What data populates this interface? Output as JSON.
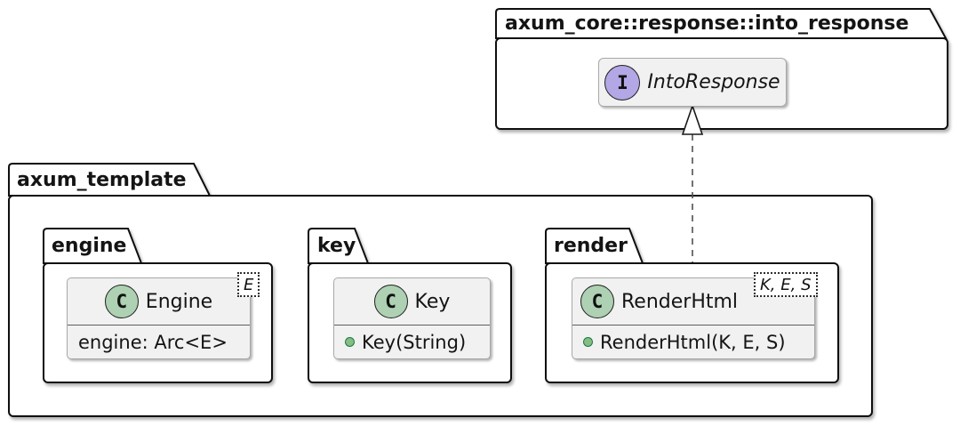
{
  "diagram_type": "uml-package-class-diagram",
  "top_package": {
    "title": "axum_core::response::into_response"
  },
  "interface": {
    "icon_letter": "I",
    "name": "IntoResponse"
  },
  "outer_package": {
    "title": "axum_template"
  },
  "sub_packages": [
    {
      "title": "engine",
      "class": {
        "icon_letter": "C",
        "name": "Engine",
        "generics": "E",
        "members": [
          {
            "text": "engine: Arc<E>"
          }
        ]
      }
    },
    {
      "title": "key",
      "class": {
        "icon_letter": "C",
        "name": "Key",
        "members": [
          {
            "text": "Key(String)"
          }
        ]
      }
    },
    {
      "title": "render",
      "class": {
        "icon_letter": "C",
        "name": "RenderHtml",
        "generics": "K, E, S",
        "members": [
          {
            "text": "RenderHtml(K, E, S)"
          }
        ]
      }
    }
  ],
  "relationship": {
    "type": "realization",
    "from": "RenderHtml",
    "to": "IntoResponse",
    "style": "dashed line with hollow triangle arrowhead"
  },
  "colors": {
    "class_box_fill": "#F1F1F1",
    "class_box_border": "#A8A8A8",
    "package_border": "#0F0F0F",
    "class_circle_fill": "#ADD1B2",
    "interface_circle_fill": "#B4A7E5",
    "member_bullet_fill": "#84BE84",
    "member_bullet_border": "#1B7742",
    "relation_line": "#4F4F4F"
  }
}
